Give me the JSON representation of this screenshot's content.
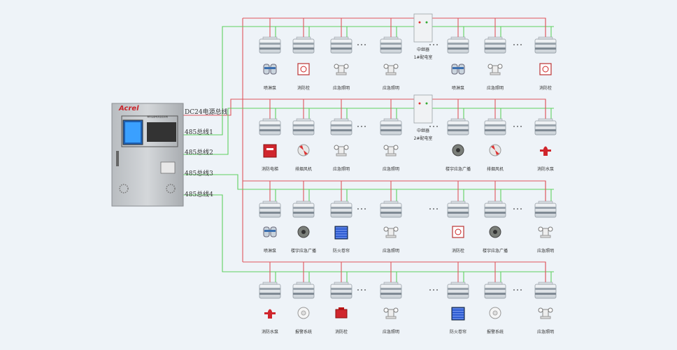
{
  "colors": {
    "power_line": "#e0565d",
    "bus_line": "#5fd05f"
  },
  "controller": {
    "brand": "Acrel",
    "screen_title": "消防设备电源监控系统"
  },
  "buses": {
    "dc24": "DC24电源总线",
    "b1": "485总线1",
    "b2": "485总线2",
    "b3": "485总线3",
    "b4": "485总线4"
  },
  "repeaters": [
    {
      "line1": "中继器",
      "line2": "1#配电室"
    },
    {
      "line1": "中继器",
      "line2": "2#配电室"
    }
  ],
  "rows": [
    {
      "labels": [
        "喷淋泵",
        "消防栓",
        "应急照明",
        "应急照明",
        "喷淋泵",
        "应急照明",
        "消防栓"
      ],
      "icons": [
        "pump",
        "hydrant-box",
        "emergency-light",
        "emergency-light",
        "pump",
        "emergency-light",
        "hydrant-box"
      ]
    },
    {
      "labels": [
        "消防电梯",
        "排烟风机",
        "应急照明",
        "应急照明",
        "楼宇应急广播",
        "排烟风机",
        "消防水泵"
      ],
      "icons": [
        "elevator",
        "fan",
        "emergency-light",
        "emergency-light",
        "speaker",
        "fan",
        "fire-pump"
      ]
    },
    {
      "labels": [
        "喷淋泵",
        "楼宇应急广播",
        "防火卷帘",
        "应急照明",
        "消防栓",
        "楼宇应急广播",
        "应急照明"
      ],
      "icons": [
        "pump",
        "speaker",
        "shutter",
        "emergency-light",
        "hydrant-box",
        "speaker",
        "emergency-light"
      ]
    },
    {
      "labels": [
        "消防水泵",
        "报警系统",
        "消防栓",
        "应急照明",
        "防火卷帘",
        "报警系统",
        "应急照明"
      ],
      "icons": [
        "fire-pump",
        "alarm",
        "hydrant-red",
        "emergency-light",
        "shutter",
        "alarm",
        "emergency-light"
      ]
    }
  ]
}
